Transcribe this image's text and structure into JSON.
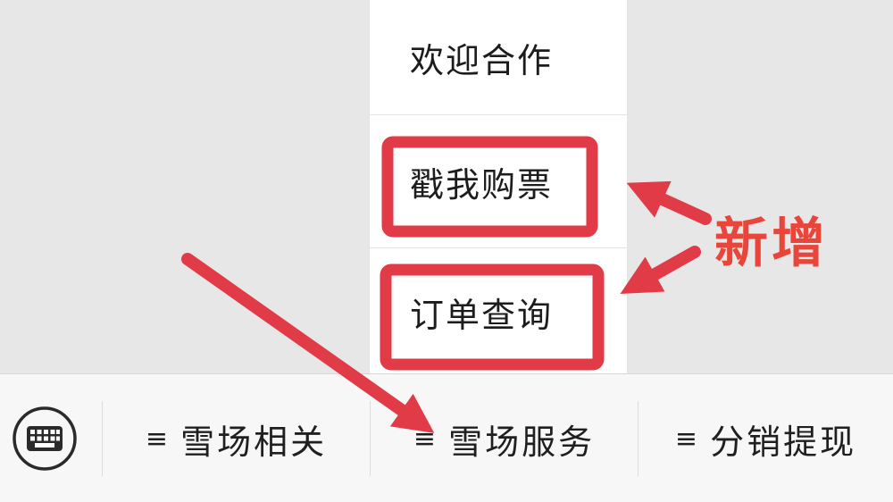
{
  "submenu": {
    "items": [
      {
        "label": "欢迎合作"
      },
      {
        "label": "戳我购票"
      },
      {
        "label": "订单查询"
      }
    ]
  },
  "menu_bar": {
    "keyboard_icon": "keyboard-icon",
    "hamburger_glyph": "≡",
    "buttons": [
      {
        "label": "雪场相关"
      },
      {
        "label": "雪场服务"
      },
      {
        "label": "分销提现"
      }
    ]
  },
  "annotation": {
    "label": "新增",
    "color": "#e23b48",
    "text_color": "#e8463a"
  }
}
